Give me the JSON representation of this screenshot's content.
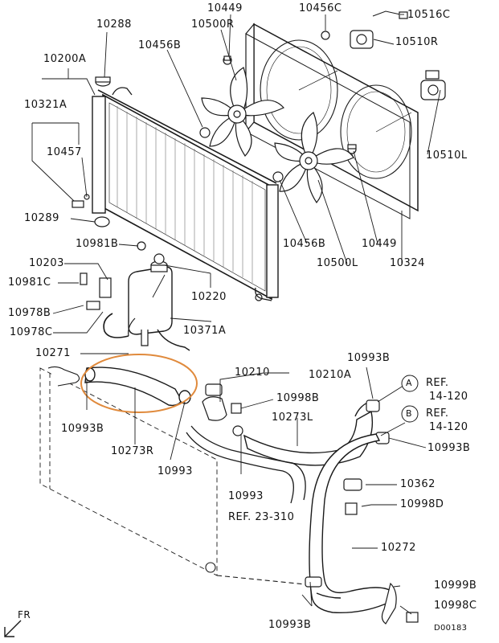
{
  "parts": {
    "p10449_top": "10449",
    "p10456C": "10456C",
    "p10516C": "10516C",
    "p10288": "10288",
    "p10500R": "10500R",
    "p10510R": "10510R",
    "p10456B_top": "10456B",
    "p10200A": "10200A",
    "p10321A": "10321A",
    "p10457": "10457",
    "p10510L": "10510L",
    "p10289": "10289",
    "p10456B_bottom": "10456B",
    "p10449_bottom": "10449",
    "p10981B": "10981B",
    "p10500L": "10500L",
    "p10324": "10324",
    "p10203": "10203",
    "p10981C": "10981C",
    "p10220": "10220",
    "p10978B": "10978B",
    "p10978C": "10978C",
    "p10371A": "10371A",
    "p10271": "10271",
    "p10993B_right": "10993B",
    "p10210": "10210",
    "p10210A": "10210A",
    "p10998B": "10998B",
    "p10273L": "10273L",
    "p10993B_left": "10993B",
    "p10273R": "10273R",
    "p10993_a": "10993",
    "p10993B_right2": "10993B",
    "p10362": "10362",
    "p10993_b": "10993",
    "p10998D": "10998D",
    "p10272": "10272",
    "p10999B": "10999B",
    "p10998C": "10998C",
    "p10993B_bottom": "10993B"
  },
  "refs": {
    "refA_letter": "A",
    "refA_text": "REF.",
    "refA_page": "14-120",
    "refB_letter": "B",
    "refB_text": "REF.",
    "refB_page": "14-120",
    "ref_23_310": "REF. 23-310"
  },
  "front_marker": "FR",
  "diagram_id": "D00183",
  "colors": {
    "line": "#1a1a1a",
    "highlight": "#e08a3c",
    "fill": "#ffffff",
    "shade": "#9a9a9a"
  }
}
